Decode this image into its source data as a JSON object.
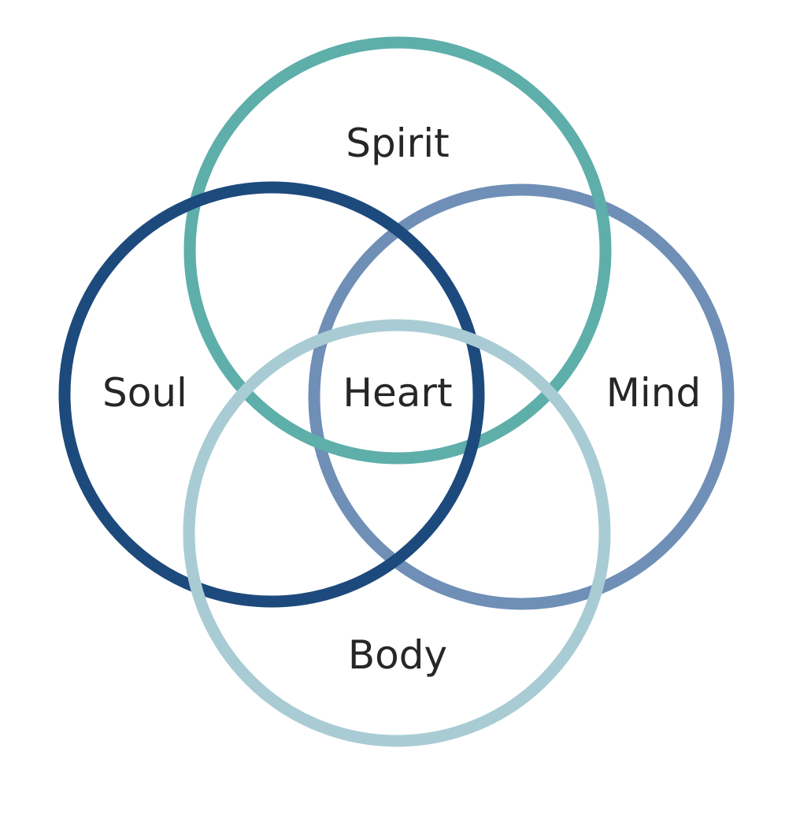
{
  "diagram": {
    "type": "four-circle venn",
    "circles": {
      "spirit": {
        "label": "Spirit",
        "color": "#5eaeaa"
      },
      "soul": {
        "label": "Soul",
        "color": "#1d4a7c"
      },
      "mind": {
        "label": "Mind",
        "color": "#6f8fb6"
      },
      "body": {
        "label": "Body",
        "color": "#a9ccd4"
      }
    },
    "center": {
      "label": "Heart"
    }
  }
}
